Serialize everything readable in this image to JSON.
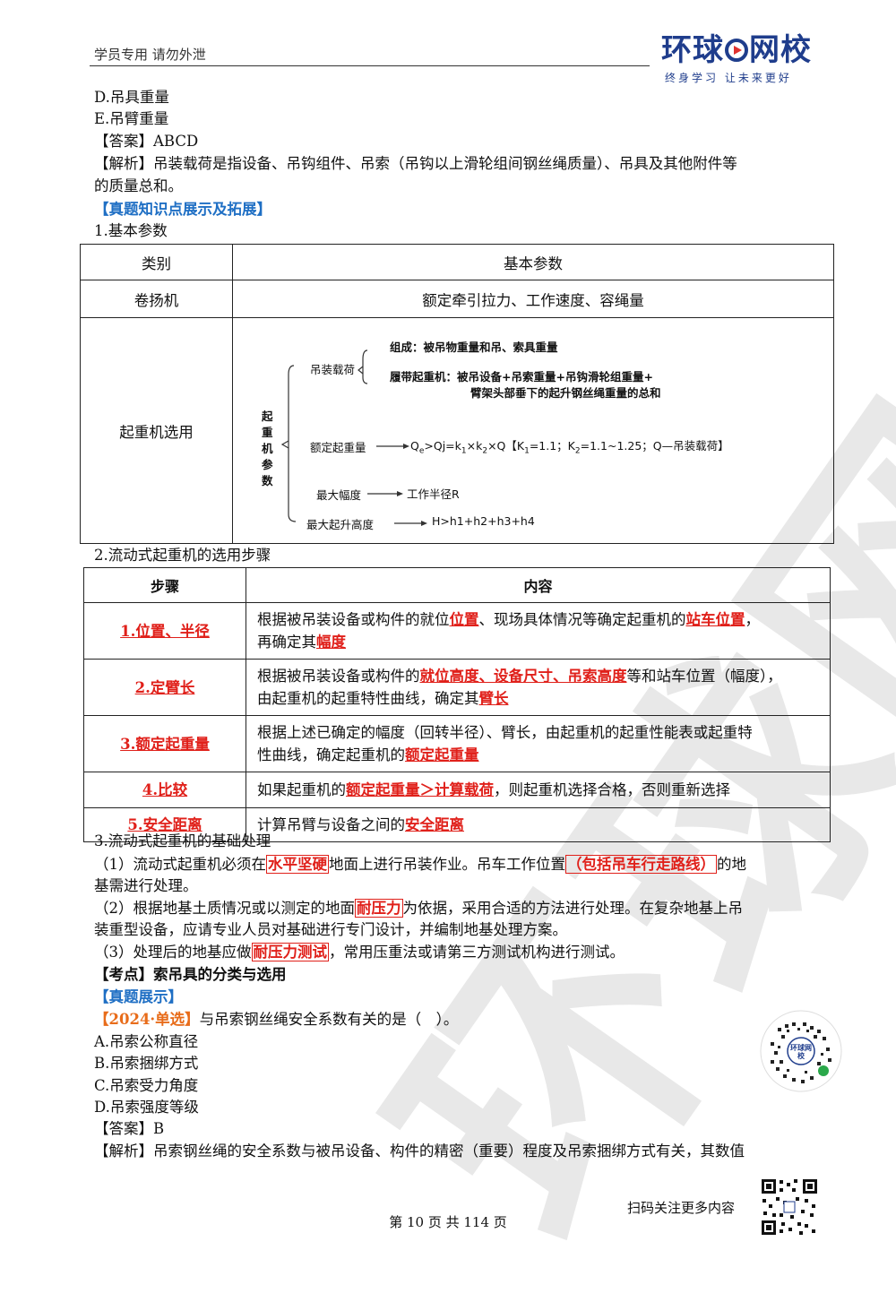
{
  "header": {
    "left_text": "学员专用 请勿外泄",
    "logo_main_1": "环球",
    "logo_main_2": "网校",
    "logo_sub": "终身学习 让未来更好",
    "watermark": "环球网校"
  },
  "intro": {
    "option_d": "D.吊具重量",
    "option_e": "E.吊臂重量",
    "answer": "【答案】ABCD",
    "analysis_line1": "【解析】吊装载荷是指设备、吊钩组件、吊索（吊钩以上滑轮组间钢丝绳质量）、吊具及其他附件等",
    "analysis_line2": "的质量总和。",
    "section_heading": "【真题知识点展示及拓展】",
    "sub1": "1.基本参数"
  },
  "table1": {
    "headers": [
      "类别",
      "基本参数"
    ],
    "row1": [
      "卷扬机",
      "额定牵引拉力、工作速度、容绳量"
    ],
    "row2_label": "起重机选用",
    "diagram": {
      "root": "起重机参数",
      "load": "吊装载荷",
      "load_1": "组成：被吊物重量和吊、索具重量",
      "load_2a": "履带起重机：被吊设备+吊索重量+吊钩滑轮组重量+",
      "load_2b": "臂架头部垂下的起升钢丝绳重量的总和",
      "rated": "额定起重量",
      "formula_a": "Q",
      "formula_a_sub": "e",
      "formula_b": ">Qj=k",
      "formula_b_sub": "1",
      "formula_c": "×k",
      "formula_c_sub": "2",
      "formula_d": "×Q【K",
      "formula_d_sub": "1",
      "formula_e": "=1.1；K",
      "formula_e_sub": "2",
      "formula_f": "=1.1~1.25；Q—吊装载荷】",
      "radius": "最大幅度",
      "radius_val": "工作半径R",
      "height": "最大起升高度",
      "height_val": "H>h1+h2+h3+h4"
    }
  },
  "sub2": "2.流动式起重机的选用步骤",
  "table2": {
    "headers": [
      "步骤",
      "内容"
    ],
    "rows": [
      {
        "step": "1.位置、半径",
        "p1": "根据被吊装设备或构件的就位",
        "k1": "位置",
        "p2": "、现场具体情况等确定起重机的",
        "k2": "站车位置",
        "p3": "，",
        "p4": "再确定其",
        "k3": "幅度"
      },
      {
        "step": "2.定臂长",
        "p1": "根据被吊装设备或构件的",
        "k1": "就位高度、设备尺寸、吊索高度",
        "p2": "等和站车位置（幅度），",
        "p3": "由起重机的起重特性曲线，确定其",
        "k2": "臂长"
      },
      {
        "step": "3.额定起重量",
        "p1": "根据上述已确定的幅度（回转半径）、臂长，由起重机的起重性能表或起重特",
        "p2": "性曲线，确定起重机的",
        "k1": "额定起重量"
      },
      {
        "step": "4.比较",
        "p1": "如果起重机的",
        "k1": "额定起重量＞计算载荷",
        "p2": "，则起重机选择合格，否则重新选择"
      },
      {
        "step": "5.安全距离",
        "p1": "计算吊臂与设备之间的",
        "k1": "安全距离"
      }
    ]
  },
  "sub3": {
    "title": "3.流动式起重机的基础处理",
    "l1_a": "（1）流动式起重机必须在",
    "l1_k1": "水平坚硬",
    "l1_b": "地面上进行吊装作业。吊车工作位置",
    "l1_k2": "（包括吊车行走路线）",
    "l1_c": "的地",
    "l1_d": "基需进行处理。",
    "l2_a": "（2）根据地基土质情况或以测定的地面",
    "l2_k1": "耐压力",
    "l2_b": "为依据，采用合适的方法进行处理。在复杂地基上吊",
    "l2_c": "装重型设备，应请专业人员对基础进行专门设计，并编制地基处理方案。",
    "l3_a": "（3）处理后的地基应做",
    "l3_k1": "耐压力测试",
    "l3_b": "，常用压重法或请第三方测试机构进行测试。"
  },
  "kaodian": {
    "label": "【考点】索吊具的分类与选用",
    "zhenti": "【真题展示】",
    "q_tag": "【2024·单选】",
    "q_text": "与吊索钢丝绳安全系数有关的是（　）。",
    "options": [
      "A.吊索公称直径",
      "B.吊索捆绑方式",
      "C.吊索受力角度",
      "D.吊索强度等级"
    ],
    "answer": "【答案】B",
    "analysis": "【解析】吊索钢丝绳的安全系数与被吊设备、构件的精密（重要）程度及吊索捆绑方式有关，其数值"
  },
  "qr_mini_label": "环球网校",
  "footer": {
    "page": "第 10 页 共 114 页",
    "scan": "扫码关注更多内容"
  }
}
